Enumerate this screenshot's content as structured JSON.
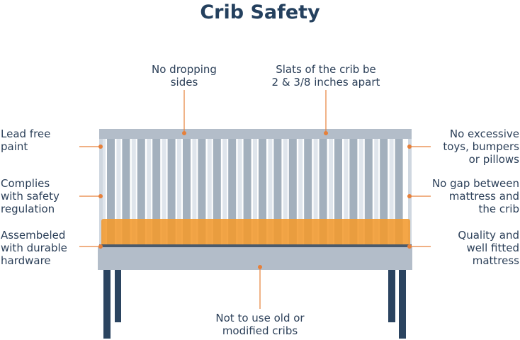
{
  "title": "Crib Safety",
  "labels": {
    "no_dropping_sides": [
      "No dropping",
      "sides"
    ],
    "slats_apart": [
      "Slats of the crib be",
      "2 & 3/8 inches apart"
    ],
    "lead_free": [
      "Lead free",
      "paint"
    ],
    "complies": [
      "Complies",
      "with safety",
      "regulation"
    ],
    "assembled": [
      "Assembeled",
      "with durable",
      "hardware"
    ],
    "no_excessive": [
      "No excessive",
      "toys, bumpers",
      "or pillows"
    ],
    "no_gap": [
      "No gap between",
      "mattress and",
      "the crib"
    ],
    "quality": [
      "Quality and",
      "well fitted",
      "mattress"
    ],
    "not_old": [
      "Not to use old or",
      "modified cribs"
    ]
  },
  "colors": {
    "frame": "#b3bdc9",
    "slat": "#a3b0bd",
    "slat_light": "#dfe5ec",
    "mattress": "#f29a2e",
    "legs": "#2b4460",
    "leader": "#e6803a",
    "text": "#2b3f58"
  }
}
